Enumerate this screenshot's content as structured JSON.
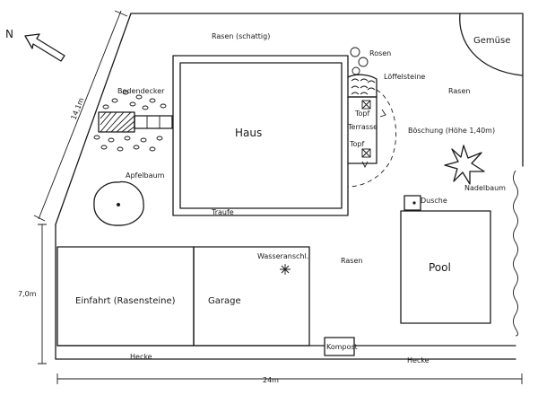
{
  "labels": {
    "north": "N",
    "lawn_shady": "Rasen (schattig)",
    "vegetables": "Gemüse",
    "roses": "Rosen",
    "spoon_stones": "Löffelsteine",
    "lawn_right": "Rasen",
    "ground_cover": "Bodendecker",
    "house": "Haus",
    "pot_top": "Topf",
    "terrace": "Terrasse",
    "pot_bottom": "Topf",
    "slope": "Böschung (Höhe 1,40m)",
    "apple_tree": "Apfelbaum",
    "conifer": "Nadelbaum",
    "eaves": "Traufe",
    "shower": "Dusche",
    "water_connection": "Wasseranschl.",
    "lawn_center": "Rasen",
    "pool": "Pool",
    "driveway": "Einfahrt (Rasensteine)",
    "garage": "Garage",
    "compost": "Kompost",
    "hedge_left": "Hecke",
    "hedge_right": "Hecke",
    "dim_diagonal": "14,1m",
    "dim_vertical": "7,0m",
    "dim_horizontal": "24m"
  }
}
